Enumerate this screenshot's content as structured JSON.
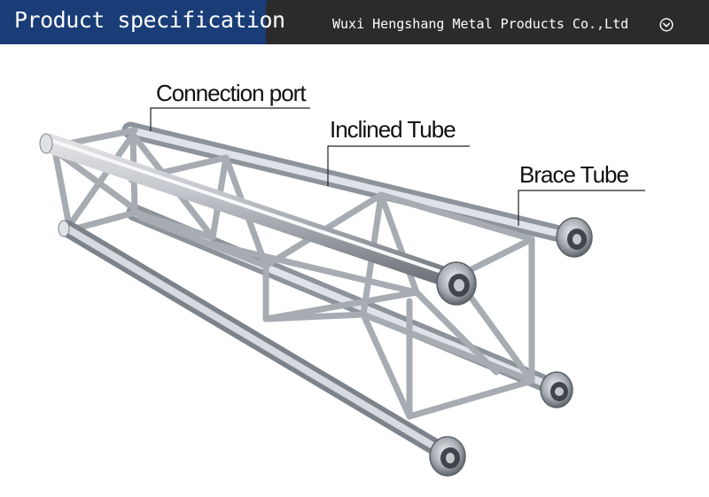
{
  "header": {
    "title": "Product specification",
    "company": "Wuxi Hengshang Metal Products Co.,Ltd"
  },
  "callouts": {
    "connection_port": "Connection port",
    "inclined_tube": "Inclined Tube",
    "brace_tube": "Brace Tube"
  },
  "colors": {
    "header_bar": "#2b2b2b",
    "title_tab": "#1a3d78",
    "metal": "#c8ccd2"
  },
  "icons": [
    "chevron-down-circle-icon"
  ]
}
